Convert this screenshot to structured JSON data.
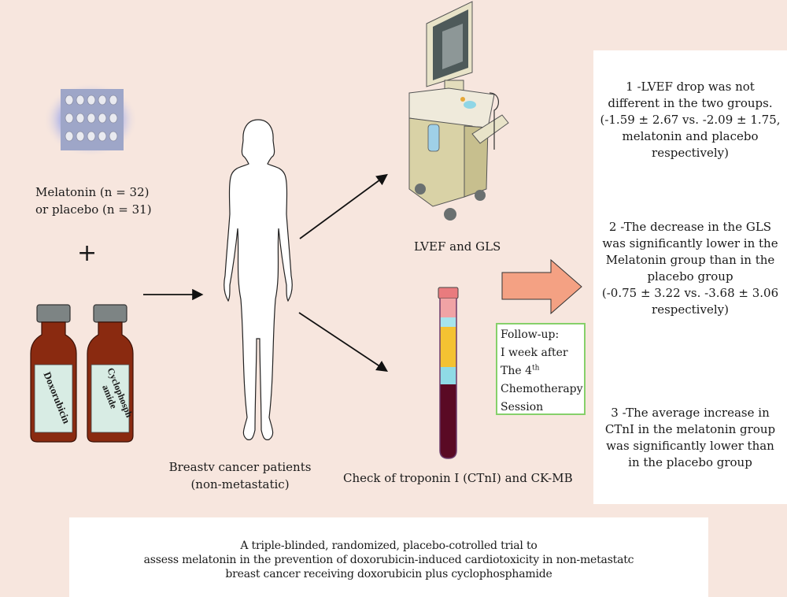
{
  "intervention": {
    "pill_label_line1": "Melatonin (n = 32)",
    "pill_label_line2": "or placebo (n = 31)",
    "plus_sign": "+",
    "drug1_label": "Doxorubicin",
    "drug2_label_line1": "Cyclophosph",
    "drug2_label_line2": "amide"
  },
  "patients": {
    "label_line1": "Breastv cancer patients",
    "label_line2": "(non-metastatic)"
  },
  "assessments": {
    "echo_label": "LVEF and GLS",
    "blood_label": "Check of troponin I (CTnI) and CK-MB"
  },
  "followup": {
    "line1": "Follow-up:",
    "line2": "I week after",
    "line3_prefix": "The 4",
    "line3_sup": "th",
    "line4": "Chemotherapy",
    "line5": "Session"
  },
  "findings": [
    {
      "lines": [
        "1 -LVEF drop was not",
        "different in the two groups.",
        "(-1.59 ± 2.67 vs. -2.09 ± 1.75,",
        "melatonin and placebo",
        "respectively)"
      ]
    },
    {
      "lines": [
        "2 -The decrease in the GLS",
        "was significantly lower in the",
        "Melatonin group than in the",
        "placebo group",
        "(-0.75 ± 3.22 vs. -3.68 ± 3.06",
        "respectively)"
      ]
    },
    {
      "lines": [
        "3 -The average increase in",
        "CTnI in the melatonin group",
        "was significantly lower than",
        "in the placebo group"
      ]
    }
  ],
  "summary": {
    "line1": "A triple-blinded, randomized, placebo-cotrolled trial to",
    "line2": "assess melatonin in the prevention of doxorubicin-induced cardiotoxicity in non-metastatc",
    "line3": "breast cancer receiving doxorubicin plus cyclophosphamide"
  },
  "colors": {
    "background": "#f7e6de",
    "big_arrow": "#f4a183",
    "followup_border": "#86d06a",
    "bottle_glass": "#8a2a10",
    "blood": "#5a0a24",
    "serum": "#f2c232",
    "buffer": "#8fdbe6"
  }
}
